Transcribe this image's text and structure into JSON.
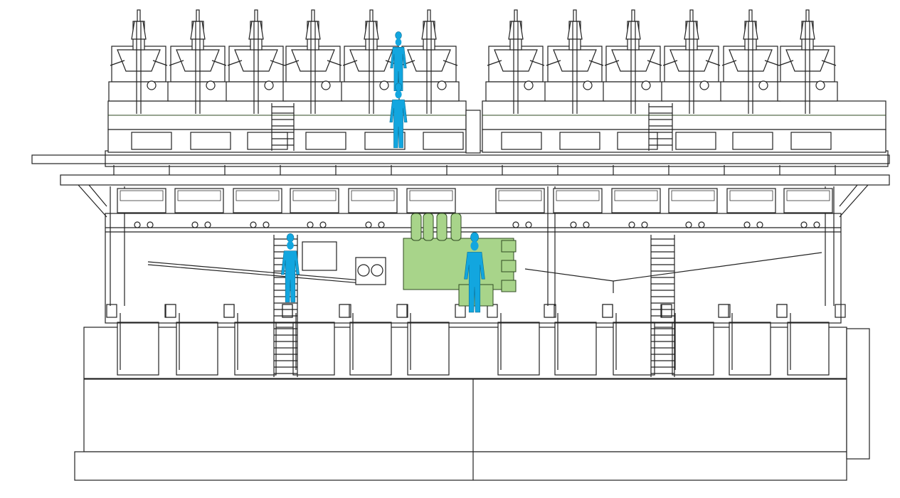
{
  "diagram": {
    "colors": {
      "line": "#222222",
      "equipment_green": "#a8d48a",
      "green_stroke": "#2f4a22",
      "figure_blue": "#12a6df",
      "background": "#ffffff"
    },
    "units_per_side": 6,
    "lower_doors_per_side": 6,
    "human_figures": 4
  }
}
